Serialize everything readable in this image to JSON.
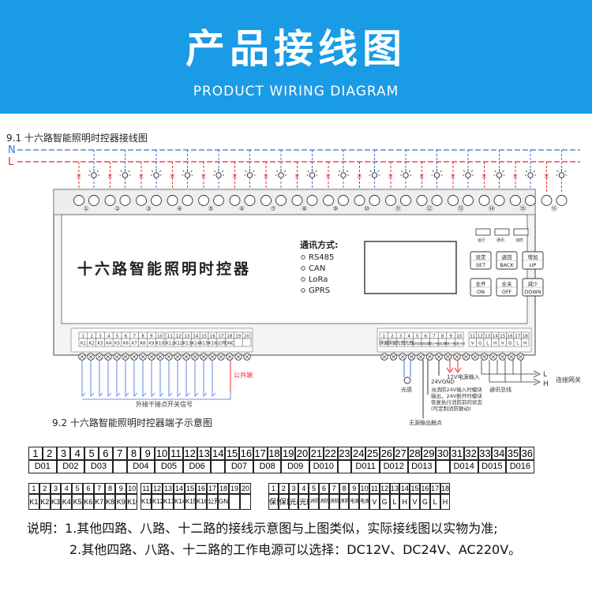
{
  "banner": {
    "title": "产品接线图",
    "subtitle": "PRODUCT WIRING DIAGRAM",
    "bg": "#1a9be6"
  },
  "section1": {
    "title": "9.1 十六路智能照明时控器接线图"
  },
  "lines": {
    "n": "N",
    "l": "L",
    "n_color": "#3d6fd8",
    "l_color": "#e8282c"
  },
  "device": {
    "name": "十六路智能照明时控器",
    "comm_title": "通讯方式:",
    "comm_options": [
      "RS485",
      "CAN",
      "LoRa",
      "GPRS"
    ],
    "indicators": [
      "运行",
      "通讯",
      "消防"
    ],
    "buttons": [
      {
        "cn": "设定",
        "en": "SET"
      },
      {
        "cn": "返回",
        "en": "BACK"
      },
      {
        "cn": "增加",
        "en": "UP"
      },
      {
        "cn": "全开",
        "en": "ON"
      },
      {
        "cn": "全关",
        "en": "OFF"
      },
      {
        "cn": "减少",
        "en": "DOWN"
      }
    ],
    "relay_labels": [
      "①",
      "②",
      "③",
      "④",
      "⑤",
      "⑥",
      "⑦",
      "⑧",
      "⑨",
      "⑩",
      "⑪",
      "⑫",
      "⑬",
      "⑭",
      "⑮",
      "⑯"
    ]
  },
  "terminals": {
    "left_top": [
      "1",
      "2",
      "3",
      "4",
      "5",
      "6",
      "7",
      "8",
      "9",
      "10"
    ],
    "left_bottom": [
      "K1",
      "K2",
      "K3",
      "K4",
      "K5",
      "K6",
      "K7",
      "K8",
      "K9",
      "K10"
    ],
    "mid_top": [
      "11",
      "12",
      "13",
      "14",
      "15",
      "16",
      "17",
      "18",
      "19",
      "20"
    ],
    "mid_bottom": [
      "K11",
      "K12",
      "K13",
      "K14",
      "K15",
      "K16",
      "公开",
      "GND",
      "",
      ""
    ],
    "right_top": [
      "1",
      "2",
      "3",
      "4",
      "5",
      "6",
      "7",
      "8",
      "9",
      "10"
    ],
    "right_bottom": [
      "保留",
      "保留",
      "光感",
      "光感",
      "消防反馈",
      "消防反馈",
      "消防24V+",
      "消防反馈",
      "电源+12V",
      "电源GND"
    ],
    "far_top": [
      "11",
      "12",
      "13",
      "14",
      "15",
      "16",
      "17",
      "18"
    ],
    "far_bottom": [
      "V",
      "G",
      "L",
      "H",
      "V",
      "G",
      "L",
      "H"
    ]
  },
  "wiring_labels": {
    "public": "公共端",
    "dry_contact": "外接干接点开关信号",
    "light_sensor": "光感",
    "power12v": "12V电源输入",
    "fire_24v": "24VGND",
    "fire_note": [
      "当消防24V输入时模块",
      "输出，24V断开时模块",
      "恢复执行消防前的状态",
      "(可定制消防联动)"
    ],
    "passive_output": "无源输出触点",
    "bus": "通讯总线",
    "gateway": "连接网关",
    "L": "L",
    "H": "H"
  },
  "section2": {
    "title": "9.2 十六路智能照明时控器端子示意图"
  },
  "table": {
    "numbers": [
      "1",
      "2",
      "3",
      "4",
      "5",
      "6",
      "7",
      "8",
      "9",
      "10",
      "11",
      "12",
      "13",
      "14",
      "15",
      "16",
      "17",
      "18",
      "19",
      "20",
      "21",
      "22",
      "23",
      "24",
      "25",
      "26",
      "27",
      "28",
      "29",
      "30",
      "31",
      "32",
      "33",
      "34",
      "35",
      "36"
    ],
    "outputs": [
      {
        "label": "D01",
        "span": 2
      },
      {
        "label": "D02",
        "span": 2
      },
      {
        "label": "D03",
        "span": 2
      },
      {
        "label": "",
        "span": 1
      },
      {
        "label": "D04",
        "span": 2
      },
      {
        "label": "D05",
        "span": 2
      },
      {
        "label": "D06",
        "span": 2
      },
      {
        "label": "",
        "span": 1
      },
      {
        "label": "D07",
        "span": 2
      },
      {
        "label": "D08",
        "span": 2
      },
      {
        "label": "D09",
        "span": 2
      },
      {
        "label": "D010",
        "span": 2
      },
      {
        "label": "",
        "span": 1
      },
      {
        "label": "D011",
        "span": 2
      },
      {
        "label": "D012",
        "span": 2
      },
      {
        "label": "D013",
        "span": 2
      },
      {
        "label": "",
        "span": 1
      },
      {
        "label": "D014",
        "span": 2
      },
      {
        "label": "D015",
        "span": 2
      },
      {
        "label": "D016",
        "span": 2
      }
    ]
  },
  "notes": {
    "prefix": "说明：",
    "line1": "1.其他四路、八路、十二路的接线示意图与上图类似，实际接线图以实物为准;",
    "line2": "2.其他四路、八路、十二路的工作电源可以选择：DC12V、DC24V、AC220V。"
  }
}
